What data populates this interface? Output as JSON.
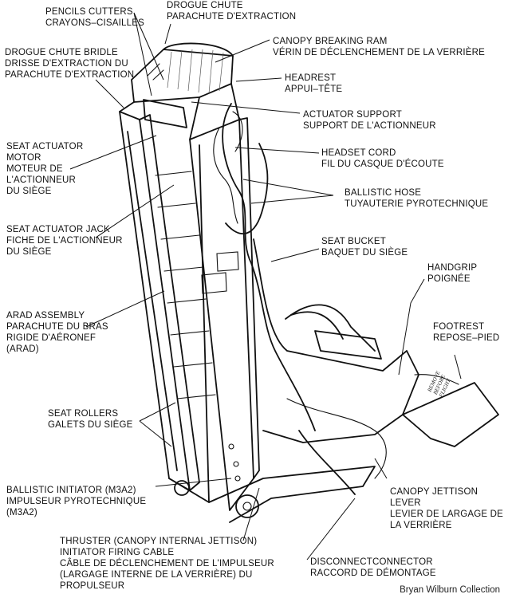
{
  "labels": [
    {
      "id": "pencils-cutters",
      "lines": [
        "PENCILS CUTTERS",
        "CRAYONS–CISAILLES"
      ]
    },
    {
      "id": "drogue-chute",
      "lines": [
        "DROGUE CHUTE",
        "PARACHUTE D'EXTRACTION"
      ]
    },
    {
      "id": "drogue-chute-bridle",
      "lines": [
        "DROGUE CHUTE BRIDLE",
        "DRISSE D'EXTRACTION DU",
        "PARACHUTE D'EXTRACTION"
      ]
    },
    {
      "id": "canopy-breaking-ram",
      "lines": [
        "CANOPY BREAKING RAM",
        "VÉRIN DE DÉCLENCHEMENT DE LA VERRIÈRE"
      ]
    },
    {
      "id": "headrest",
      "lines": [
        "HEADREST",
        "APPUI–TÊTE"
      ]
    },
    {
      "id": "actuator-support",
      "lines": [
        "ACTUATOR SUPPORT",
        "SUPPORT DE L'ACTIONNEUR"
      ]
    },
    {
      "id": "seat-actuator-motor",
      "lines": [
        "SEAT ACTUATOR",
        "MOTOR",
        "MOTEUR DE",
        "L'ACTIONNEUR",
        "DU SIÈGE"
      ]
    },
    {
      "id": "headset-cord",
      "lines": [
        "HEADSET CORD",
        "FIL DU CASQUE D'ÉCOUTE"
      ]
    },
    {
      "id": "ballistic-hose",
      "lines": [
        "BALLISTIC HOSE",
        "TUYAUTERIE PYROTECHNIQUE"
      ]
    },
    {
      "id": "seat-actuator-jack",
      "lines": [
        "SEAT ACTUATOR  JACK",
        "FICHE DE L'ACTIONNEUR",
        "DU SIÈGE"
      ]
    },
    {
      "id": "seat-bucket",
      "lines": [
        "SEAT BUCKET",
        "BAQUET DU SIÈGE"
      ]
    },
    {
      "id": "handgrip",
      "lines": [
        "HANDGRIP",
        "POIGNÉE"
      ]
    },
    {
      "id": "arad-assembly",
      "lines": [
        "ARAD ASSEMBLY",
        "PARACHUTE DU BRAS",
        "RIGIDE D'AÉRONEF",
        "(ARAD)"
      ]
    },
    {
      "id": "footrest",
      "lines": [
        "FOOTREST",
        "REPOSE–PIED"
      ]
    },
    {
      "id": "seat-rollers",
      "lines": [
        "SEAT ROLLERS",
        "GALETS DU SIÈGE"
      ]
    },
    {
      "id": "ballistic-initiator",
      "lines": [
        "BALLISTIC INITIATOR (M3A2)",
        "IMPULSEUR PYROTECHNIQUE",
        "(M3A2)"
      ]
    },
    {
      "id": "canopy-jettison-lever",
      "lines": [
        "CANOPY JETTISON",
        "LEVER",
        "LEVIER DE LARGAGE DE",
        "LA VERRIÈRE"
      ]
    },
    {
      "id": "thruster",
      "lines": [
        "THRUSTER (CANOPY INTERNAL JETTISON)",
        "INITIATOR FIRING CABLE",
        "CÂBLE DE DÉCLENCHEMENT DE L'IMPULSEUR",
        "(LARGAGE INTERNE DE LA VERRIÈRE) DU",
        "PROPULSEUR"
      ]
    },
    {
      "id": "disconnect-connector",
      "lines": [
        "DISCONNECTCONNECTOR",
        "RACCORD DE DÉMONTAGE"
      ]
    }
  ],
  "seat_stencil": [
    "REMOVE",
    "BEFORE",
    "FLIGHT"
  ],
  "credit": "Bryan Wilburn Collection"
}
